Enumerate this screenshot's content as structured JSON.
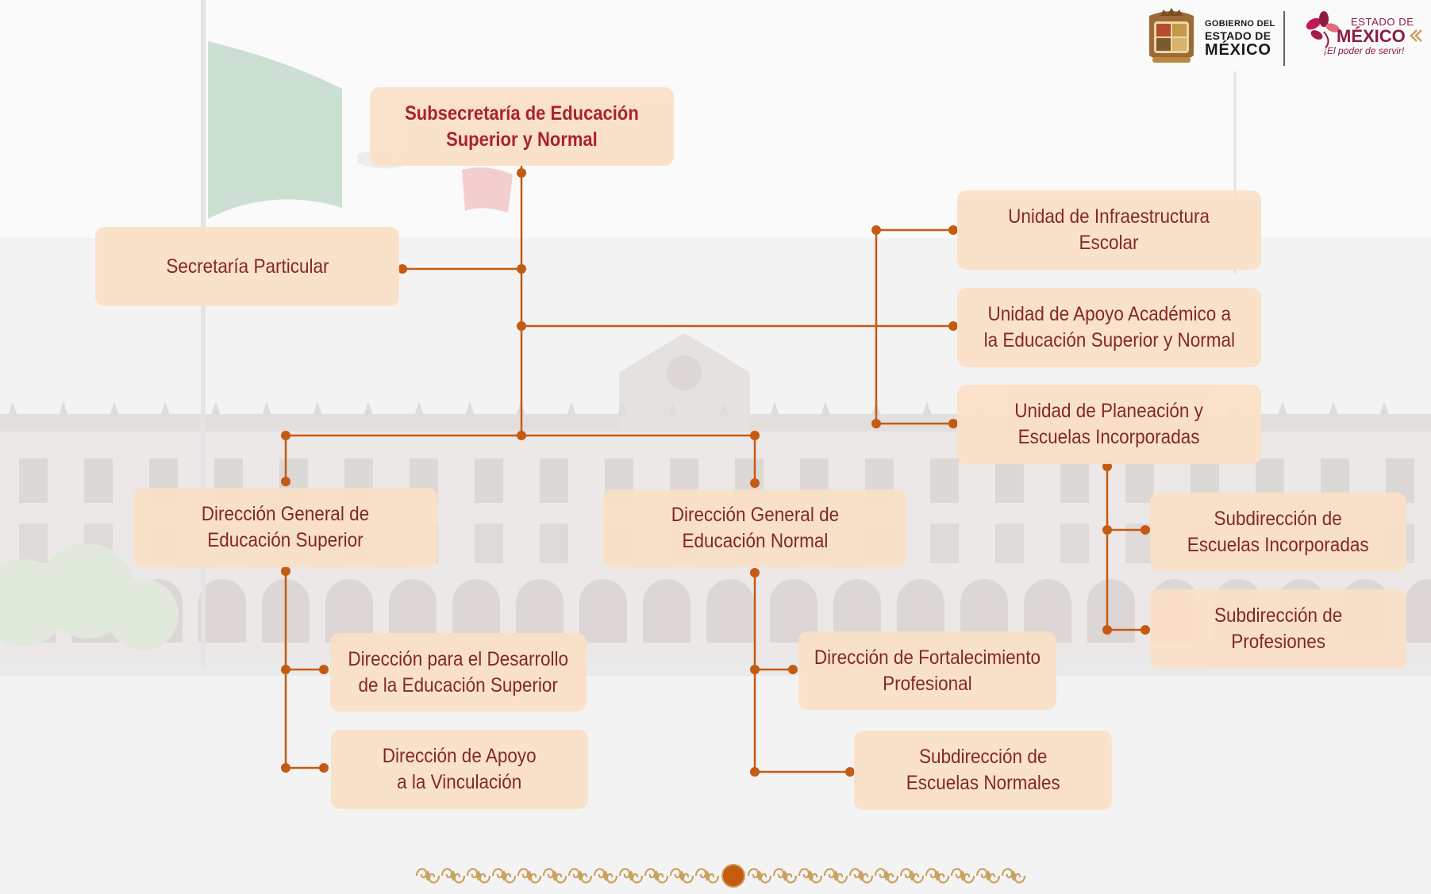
{
  "header": {
    "government_logo": {
      "line1": "GOBIERNO DEL",
      "line2": "ESTADO DE",
      "line3": "MÉXICO",
      "icon": "state-seal-icon"
    },
    "brand_logo": {
      "line1": "ESTADO DE",
      "line2": "MÉXICO",
      "slogan": "¡El poder de servir!",
      "icon": "flower-icon"
    }
  },
  "org_chart": {
    "subsecretaria": {
      "lines": [
        "Subsecretaría de Educación",
        "Superior y Normal"
      ]
    },
    "secretaria_particular": {
      "lines": [
        "Secretaría Particular"
      ]
    },
    "unidad_infraestructura": {
      "lines": [
        "Unidad de Infraestructura",
        "Escolar"
      ]
    },
    "unidad_apoyo_academico": {
      "lines": [
        "Unidad de Apoyo Académico a",
        "la Educación Superior y Normal"
      ]
    },
    "unidad_planeacion": {
      "lines": [
        "Unidad de Planeación y",
        "Escuelas Incorporadas"
      ]
    },
    "dg_educacion_superior": {
      "lines": [
        "Dirección General de",
        "Educación Superior"
      ]
    },
    "dg_educacion_normal": {
      "lines": [
        "Dirección General de",
        "Educación Normal"
      ]
    },
    "sub_escuelas_incorporadas": {
      "lines": [
        "Subdirección de",
        "Escuelas Incorporadas"
      ]
    },
    "sub_profesiones": {
      "lines": [
        "Subdirección de",
        "Profesiones"
      ]
    },
    "dir_desarrollo": {
      "lines": [
        "Dirección para el Desarrollo",
        "de la Educación Superior"
      ]
    },
    "dir_fortalecimiento": {
      "lines": [
        "Dirección de Fortalecimiento",
        "Profesional"
      ]
    },
    "dir_vinculacion": {
      "lines": [
        "Dirección de Apoyo",
        "a la Vinculación"
      ]
    },
    "sub_escuelas_normales": {
      "lines": [
        "Subdirección de",
        "Escuelas Normales"
      ]
    }
  },
  "colors": {
    "box_fill": "#fbe0c6",
    "connector": "#c55a11",
    "text": "#7b1a14",
    "title_text": "#a3131f",
    "ornament": "#c9a25e",
    "brand_maroon": "#8c1d40"
  }
}
